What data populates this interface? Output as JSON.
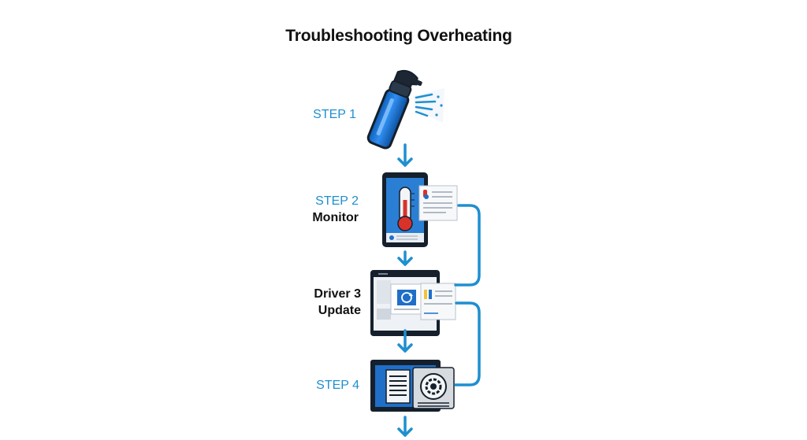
{
  "title": "Troubleshooting Overheating",
  "steps": [
    {
      "label": "STEP 1",
      "sub": "",
      "icon": "spray-can-icon"
    },
    {
      "label": "STEP 2",
      "sub": "Monitor",
      "icon": "thermometer-tablet-icon"
    },
    {
      "label": "Driver 3",
      "sub": "Update",
      "icon": "monitor-update-icon"
    },
    {
      "label": "STEP 4",
      "sub": "",
      "icon": "fan-settings-icon"
    }
  ],
  "colors": {
    "accent": "#1f8fd0",
    "dark": "#15202c",
    "screen_blue": "#1f6fc8",
    "thermo_red": "#d9322b"
  }
}
